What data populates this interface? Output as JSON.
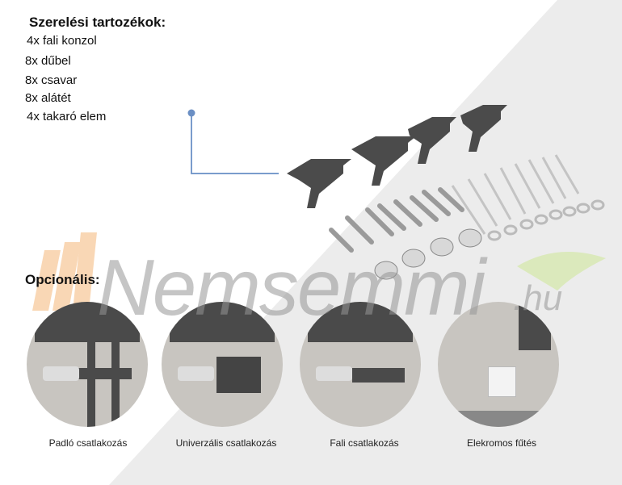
{
  "accessories": {
    "title": "Szerelési tartozékok:",
    "items": [
      "4x fali konzol",
      "8x dűbel",
      "8x csavar",
      "8x alátét",
      "4x takaró elem"
    ]
  },
  "optional": {
    "title": "Opcionális:",
    "options": [
      "Padló csatlakozás",
      "Univerzális csatlakozás",
      "Fali csatlakozás",
      "Elekromos fűtés"
    ]
  },
  "watermark": {
    "text": "Nemsemmi",
    "suffix": ".hu"
  },
  "colors": {
    "background": "#ffffff",
    "diagonal": "#ececec",
    "connector": "#6b8fc4",
    "metal": "#4a4a4a"
  }
}
